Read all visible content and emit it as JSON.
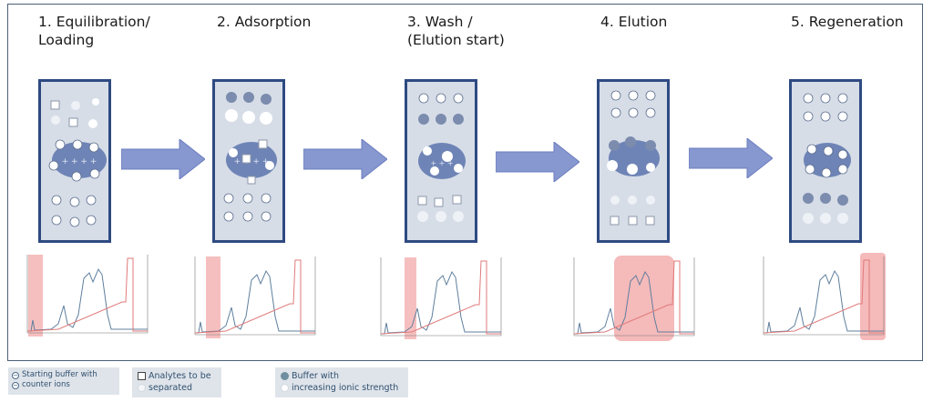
{
  "steps": [
    {
      "title": "1. Equilibration/\nLoading",
      "highlight": "start"
    },
    {
      "title": "2. Adsorption",
      "highlight": "start"
    },
    {
      "title": "3. Wash /\n(Elution start)",
      "highlight": "early"
    },
    {
      "title": "4. Elution",
      "highlight": "peaks"
    },
    {
      "title": "5. Regeneration",
      "highlight": "end"
    }
  ],
  "legend": {
    "counter_ions_line1": "Starting buffer with",
    "counter_ions_line2": "counter ions",
    "analytes_line1": "Analytes to be",
    "analytes_line2": "separated",
    "buffer_line1": "Buffer with",
    "buffer_line2": "increasing ionic strength"
  },
  "colors": {
    "column_fill": "#d6dde7",
    "column_border": "#2e4a82",
    "resin": "#6f84b6",
    "arrow": "#8797cf",
    "highlight": "#f3a9a9",
    "trace_absorbance": "#5f7f9e",
    "trace_conductivity": "#e07a7a"
  },
  "icons": [
    "minus-circle-icon",
    "square-analyte-icon",
    "circle-analyte-icon",
    "buffer-dot-icon",
    "arrow-right-icon"
  ]
}
